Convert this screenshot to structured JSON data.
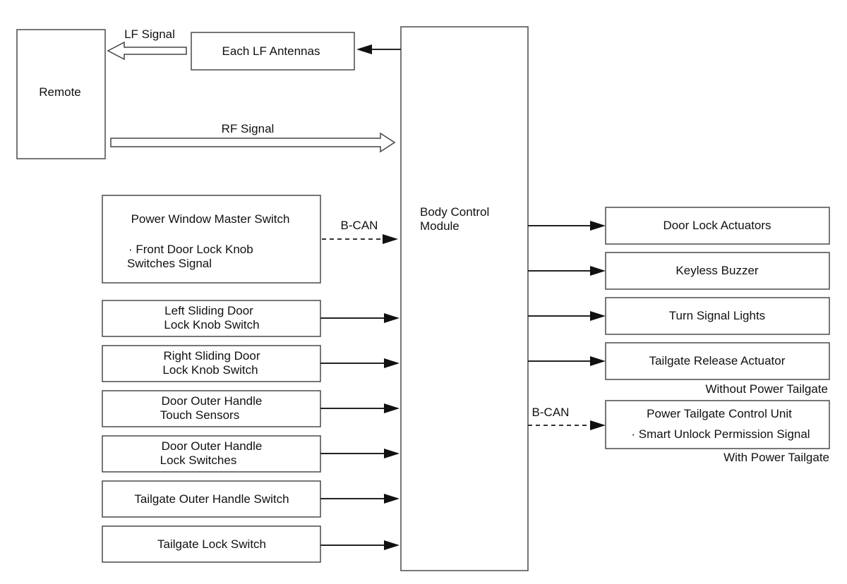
{
  "remote": {
    "label": "Remote"
  },
  "antennas": {
    "label": "Each LF Antennas"
  },
  "bcm": {
    "line1": "Body Control",
    "line2": "Module"
  },
  "signals": {
    "lf": "LF Signal",
    "rf": "RF Signal",
    "bcan_in": "B-CAN",
    "bcan_out": "B-CAN"
  },
  "inputs": {
    "pwms": {
      "title": "Power Window Master Switch",
      "line1": "· Front Door Lock Knob",
      "line2": "Switches Signal"
    },
    "left_sliding": {
      "line1": "Left Sliding Door",
      "line2": "Lock Knob Switch"
    },
    "right_sliding": {
      "line1": "Right Sliding Door",
      "line2": "Lock Knob Switch"
    },
    "touch_sensors": {
      "line1": "Door Outer Handle",
      "line2": "Touch Sensors"
    },
    "lock_switches": {
      "line1": "Door Outer Handle",
      "line2": "Lock Switches"
    },
    "tailgate_handle": {
      "label": "Tailgate Outer Handle Switch"
    },
    "tailgate_lock": {
      "label": "Tailgate Lock Switch"
    }
  },
  "outputs": {
    "door_lock": {
      "label": "Door Lock Actuators"
    },
    "buzzer": {
      "label": "Keyless Buzzer"
    },
    "turn_signal": {
      "label": "Turn Signal Lights"
    },
    "tailgate_release": {
      "label": "Tailgate Release Actuator",
      "note": "Without Power Tailgate"
    },
    "power_tailgate": {
      "line1": "Power Tailgate Control Unit",
      "line2": "· Smart Unlock Permission Signal",
      "note": "With Power Tailgate"
    }
  }
}
